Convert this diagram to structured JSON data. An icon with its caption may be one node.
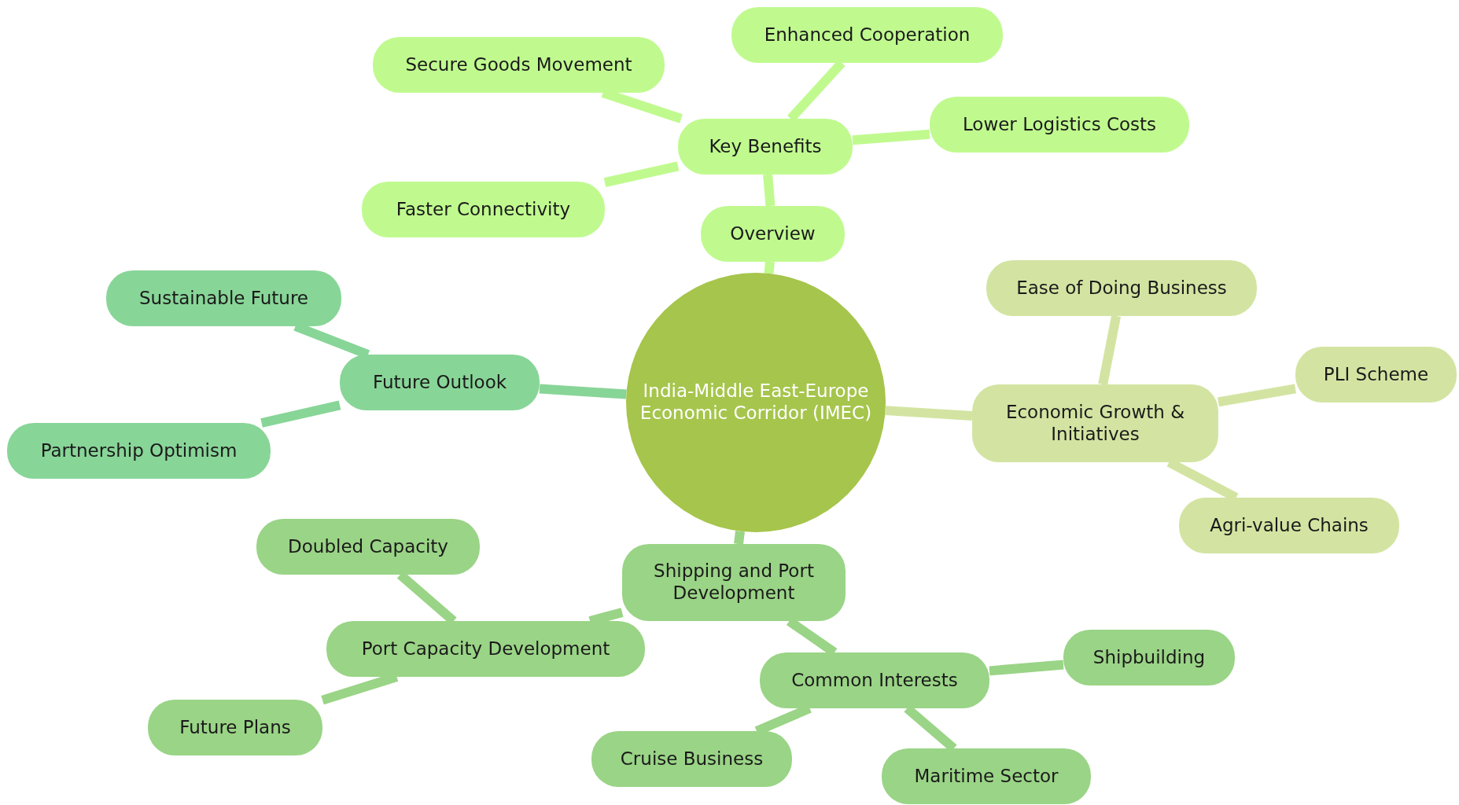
{
  "diagram": {
    "nodes": [
      {
        "text": [
          "India-Middle East-Europe Economic Corridor (IMEC)"
        ]
      },
      {
        "text": [
          "Overview"
        ]
      },
      {
        "text": [
          "Key Benefits"
        ]
      },
      {
        "text": [
          "Secure Goods Movement"
        ]
      },
      {
        "text": [
          "Enhanced Cooperation"
        ]
      },
      {
        "text": [
          "Lower Logistics Costs"
        ]
      },
      {
        "text": [
          "Faster Connectivity"
        ]
      },
      {
        "text": [
          "Future Outlook"
        ]
      },
      {
        "text": [
          "Sustainable Future"
        ]
      },
      {
        "text": [
          "Partnership Optimism"
        ]
      },
      {
        "text": [
          "Economic Growth & Initiatives"
        ]
      },
      {
        "text": [
          "Ease of Doing Business"
        ]
      },
      {
        "text": [
          "PLI Scheme"
        ]
      },
      {
        "text": [
          "Agri-value Chains"
        ]
      },
      {
        "text": [
          "Shipping and Port Development"
        ]
      },
      {
        "text": [
          "Port Capacity Development"
        ]
      },
      {
        "text": [
          "Doubled Capacity"
        ]
      },
      {
        "text": [
          "Future Plans"
        ]
      },
      {
        "text": [
          "Common Interests"
        ]
      },
      {
        "text": [
          "Shipbuilding"
        ]
      },
      {
        "text": [
          "Cruise Business"
        ]
      },
      {
        "text": [
          "Maritime Sector"
        ]
      }
    ],
    "edges": [
      {
        "from": 0,
        "to": 1,
        "arrow": "none",
        "color": "#c0fa8f"
      },
      {
        "from": 1,
        "to": 2,
        "arrow": "none",
        "color": "#c0fa8f"
      },
      {
        "from": 2,
        "to": 3,
        "arrow": "none",
        "color": "#c0fa8f"
      },
      {
        "from": 2,
        "to": 4,
        "arrow": "none",
        "color": "#c0fa8f"
      },
      {
        "from": 2,
        "to": 5,
        "arrow": "none",
        "color": "#c0fa8f"
      },
      {
        "from": 2,
        "to": 6,
        "arrow": "none",
        "color": "#c0fa8f"
      },
      {
        "from": 0,
        "to": 7,
        "arrow": "none",
        "color": "#88d598"
      },
      {
        "from": 7,
        "to": 8,
        "arrow": "none",
        "color": "#88d598"
      },
      {
        "from": 7,
        "to": 9,
        "arrow": "none",
        "color": "#88d598"
      },
      {
        "from": 0,
        "to": 10,
        "arrow": "none",
        "color": "#d3e4a2"
      },
      {
        "from": 10,
        "to": 11,
        "arrow": "none",
        "color": "#d3e4a2"
      },
      {
        "from": 10,
        "to": 12,
        "arrow": "none",
        "color": "#d3e4a2"
      },
      {
        "from": 10,
        "to": 13,
        "arrow": "none",
        "color": "#d3e4a2"
      },
      {
        "from": 0,
        "to": 14,
        "arrow": "none"
      },
      {
        "from": 14,
        "to": 15,
        "arrow": "none"
      },
      {
        "from": 15,
        "to": 16,
        "arrow": "none"
      },
      {
        "from": 15,
        "to": 17,
        "arrow": "none"
      },
      {
        "from": 14,
        "to": 18,
        "arrow": "none"
      },
      {
        "from": 18,
        "to": 19,
        "arrow": "none"
      },
      {
        "from": 18,
        "to": 20,
        "arrow": "none"
      },
      {
        "from": 18,
        "to": 21,
        "arrow": "none"
      }
    ]
  }
}
